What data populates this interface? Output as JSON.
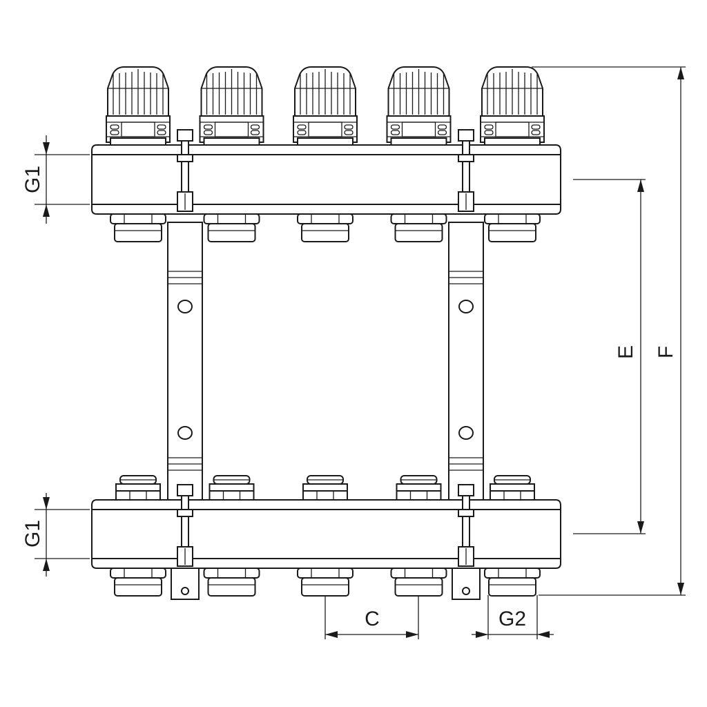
{
  "dimensions": {
    "g1_top": "G1",
    "g1_bottom": "G1",
    "e": "E",
    "f": "F",
    "c": "C",
    "g2": "G2"
  },
  "outlets": 5
}
